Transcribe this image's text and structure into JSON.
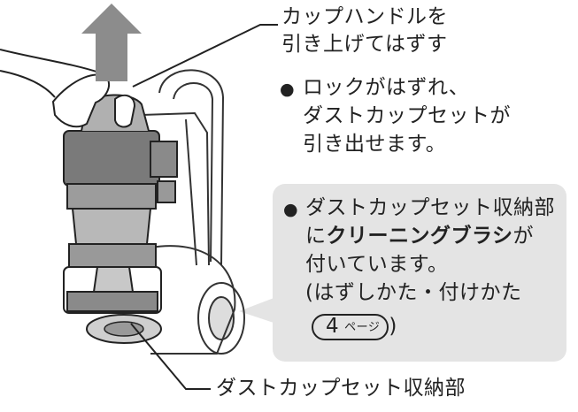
{
  "callout_top": {
    "line1": "カップハンドルを",
    "line2": "引き上げてはずす"
  },
  "lock_note": {
    "bullet": "●",
    "line1": "ロックがはずれ、",
    "line2": "ダストカップセットが",
    "line3": "引き出せます。"
  },
  "storage_note": {
    "bullet": "●",
    "line1": "ダストカップセット収納部",
    "line2_pre": "に",
    "line2_bold": "クリーニングブラシ",
    "line2_post": "が",
    "line3": "付いています。",
    "line4": "(はずしかた・付けかた",
    "ref_number": "4",
    "ref_unit": "ページ",
    "ref_close": ")"
  },
  "callout_bottom": {
    "label": "ダストカップセット収納部"
  },
  "colors": {
    "note_bg": "#e4e4e4",
    "arrow": "#8c8c8c",
    "cup_dark": "#777777",
    "cup_light": "#b0b0b0",
    "line": "#222222"
  }
}
